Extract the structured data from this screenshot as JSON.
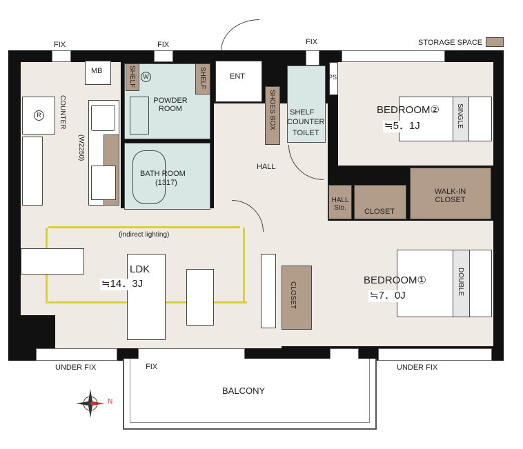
{
  "legend": {
    "label": "STORAGE SPACE",
    "color": "#b29c8a"
  },
  "windows": {
    "fix1": "FIX",
    "fix2": "FIX",
    "fix3": "FIX",
    "fix4": "FIX",
    "under_fix_left": "UNDER FIX",
    "under_fix_right": "UNDER FIX"
  },
  "rooms": {
    "mb": "MB",
    "counter": "COUNTER",
    "w2250": "(W2250)",
    "refrigerator": "R",
    "shelf1": "SHELF",
    "washer": "W",
    "shelf2": "SHELF",
    "powder_room": "POWDER ROOM",
    "bath_room": "BATH ROOM",
    "bath_size": "(1317)",
    "ent": "ENT",
    "shoes_box": "SHOES BOX",
    "toilet_shelf": "SHELF",
    "toilet_counter": "COUNTER",
    "toilet": "TOILET",
    "ps": "PS",
    "bedroom2": "BEDROOM②",
    "bedroom2_area": "≒5．1J",
    "single": "SINGLE",
    "hall": "HALL",
    "hall_sto": "HALL Sto.",
    "closet1": "CLOSET",
    "walk_in": "WALK-IN CLOSET",
    "indirect": "(indirect lighting)",
    "ldk": "LDK",
    "ldk_area": "≒14．3J",
    "closet2": "CLOSET",
    "bedroom1": "BEDROOM①",
    "bedroom1_area": "≒7．0J",
    "double": "DOUBLE",
    "balcony": "BALCONY"
  },
  "compass": {
    "north": "N"
  },
  "colors": {
    "wall": "#111111",
    "floor": "#efebe4",
    "wet": "#d8e7e4",
    "storage": "#b29c8a",
    "lighting": "#d9cf3a"
  }
}
